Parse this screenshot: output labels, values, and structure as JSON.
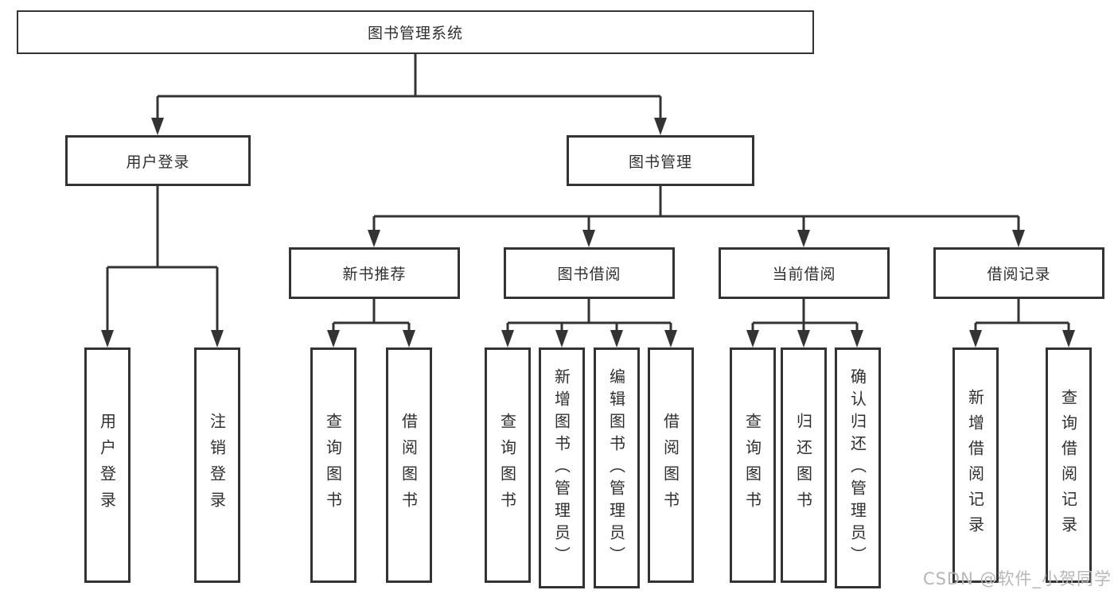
{
  "tree": {
    "root": {
      "label": "图书管理系统",
      "children": [
        {
          "label": "用户登录",
          "children": [
            {
              "label": "用户登录"
            },
            {
              "label": "注销登录"
            }
          ]
        },
        {
          "label": "图书管理",
          "children": [
            {
              "label": "新书推荐",
              "children": [
                {
                  "label": "查询图书"
                },
                {
                  "label": "借阅图书"
                }
              ]
            },
            {
              "label": "图书借阅",
              "children": [
                {
                  "label": "查询图书"
                },
                {
                  "label": "新增图书（管理员）"
                },
                {
                  "label": "编辑图书（管理员）"
                },
                {
                  "label": "借阅图书"
                }
              ]
            },
            {
              "label": "当前借阅",
              "children": [
                {
                  "label": "查询图书"
                },
                {
                  "label": "归还图书"
                },
                {
                  "label": "确认归还（管理员）"
                }
              ]
            },
            {
              "label": "借阅记录",
              "children": [
                {
                  "label": "新增借阅记录"
                },
                {
                  "label": "查询借阅记录"
                }
              ]
            }
          ]
        }
      ]
    }
  },
  "watermark": {
    "text": "CSDN @软件_小贺同学"
  },
  "colors": {
    "line": "#333333",
    "text": "#2f2f2f",
    "box_background": "#ffffff",
    "watermark": "#b7b7b7"
  }
}
